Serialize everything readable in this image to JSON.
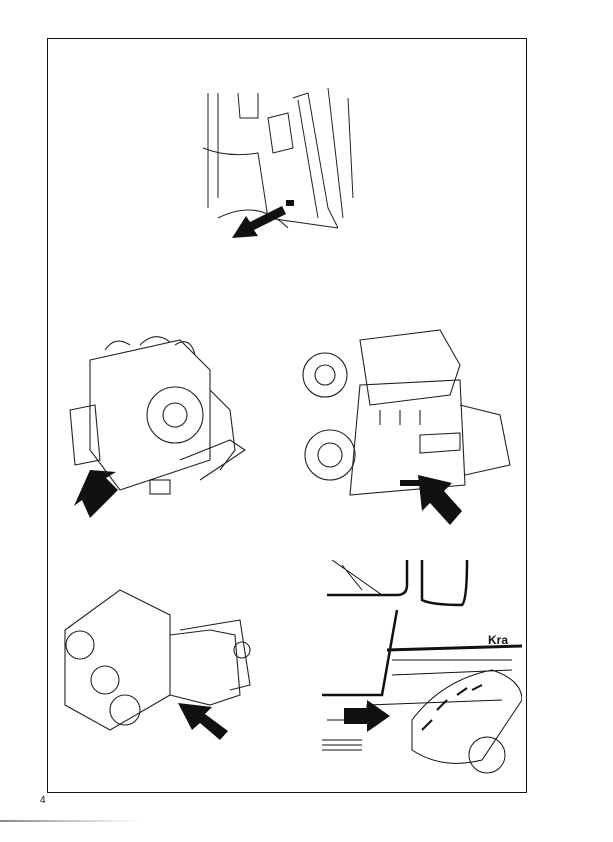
{
  "page": {
    "number": "4"
  },
  "figures": [
    {
      "id": "cab-interior",
      "arrow": "arrow-icon"
    },
    {
      "id": "engine-left",
      "arrow": "arrow-icon"
    },
    {
      "id": "engine-right",
      "arrow": "arrow-icon"
    },
    {
      "id": "gearbox",
      "arrow": "arrow-icon"
    },
    {
      "id": "tractor-side",
      "arrow": "arrow-icon",
      "brand_text": "Kra"
    }
  ]
}
